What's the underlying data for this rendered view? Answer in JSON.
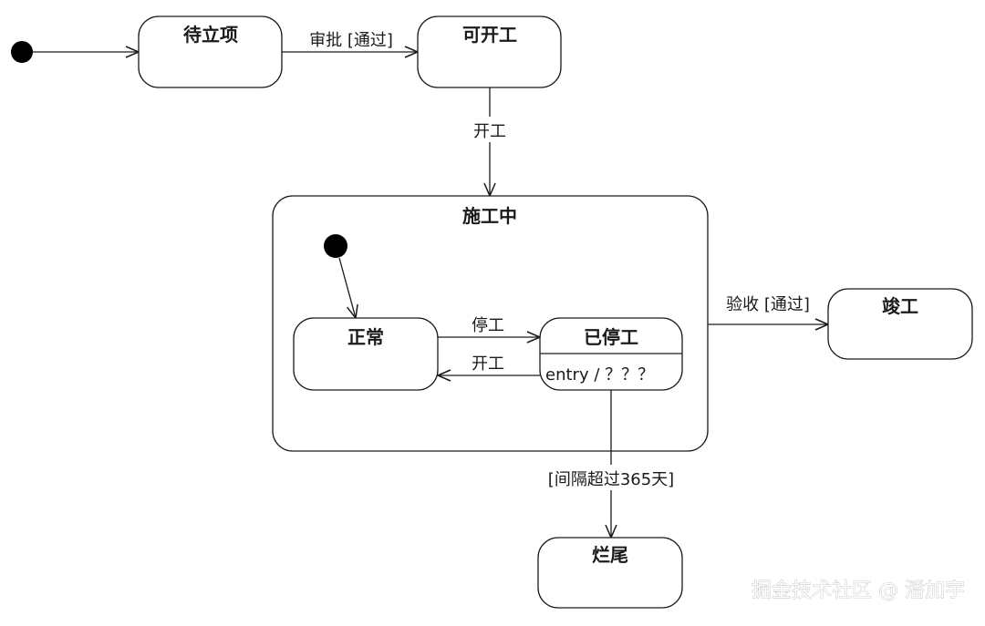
{
  "diagram": {
    "type": "uml-state-machine",
    "states": {
      "pending": "待立项",
      "ready": "可开工",
      "construction": "施工中",
      "normal": "正常",
      "stopped": "已停工",
      "stopped_entry": "entry / ？？？",
      "completed": "竣工",
      "abandoned": "烂尾"
    },
    "transitions": {
      "approve": "审批 [通过]",
      "start": "开工",
      "stop": "停工",
      "resume": "开工",
      "accept": "验收 [通过]",
      "timeout": "[间隔超过365天]"
    },
    "line_color": "#1a1a1a"
  },
  "watermark": "掘金技术社区 @ 潘加宇"
}
